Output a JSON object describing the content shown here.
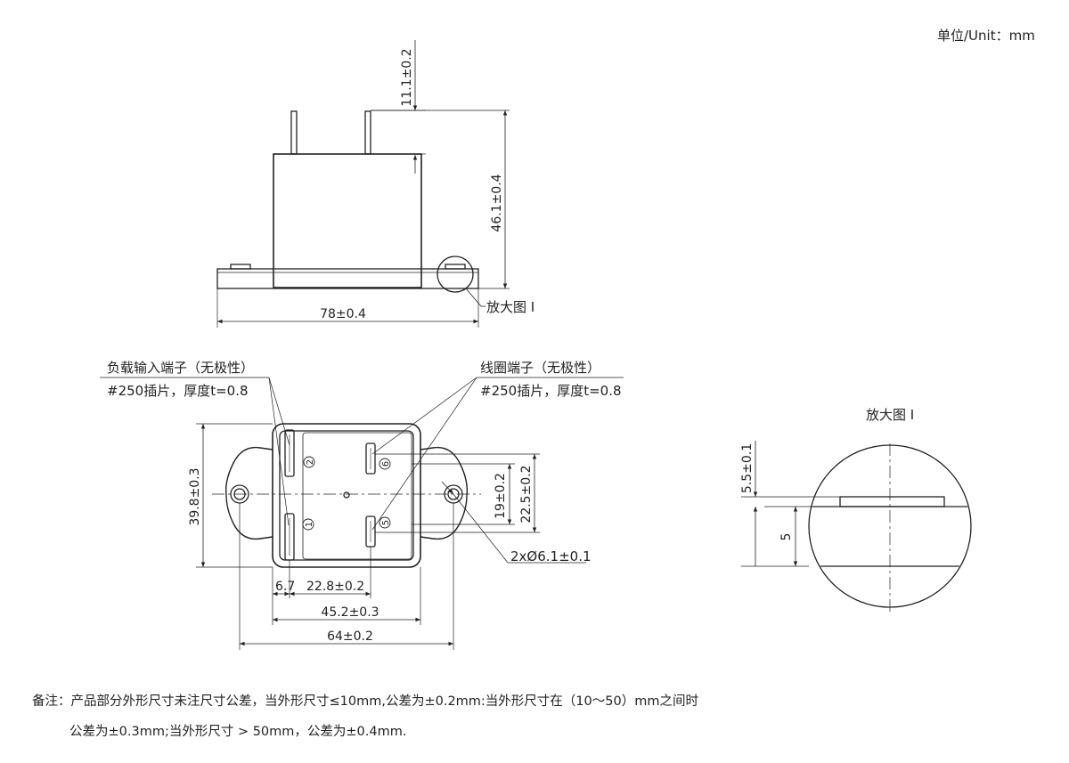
{
  "unit_label": "单位/Unit：mm",
  "side_view": {
    "dim_height_top": "11.1±0.2",
    "dim_height_total": "46.1±0.4",
    "dim_width": "78±0.4",
    "detail_callout": "放大图 Ⅰ"
  },
  "top_view": {
    "load_label_line1": "负载输入端子（无极性）",
    "load_label_line2": "#250插片，厚度t=0.8",
    "coil_label_line1": "线圈端子（无极性）",
    "coil_label_line2": "#250插片，厚度t=0.8",
    "dim_height": "39.8±0.3",
    "dim_19": "19±0.2",
    "dim_22_5": "22.5±0.2",
    "dim_hole": "2xØ6.1±0.1",
    "dim_6_7": "6.7",
    "dim_22_8": "22.8±0.2",
    "dim_45_2": "45.2±0.3",
    "dim_64": "64±0.2",
    "pin_numbers": [
      "1",
      "2",
      "5",
      "6"
    ]
  },
  "detail_view": {
    "title": "放大图 Ⅰ",
    "dim_5_5": "5.5±0.1",
    "dim_5": "5"
  },
  "notes": {
    "line1": "备注：产品部分外形尺寸未注尺寸公差，当外形尺寸≤10mm,公差为±0.2mm:当外形尺寸在（10～50）mm之间时",
    "line2": "公差为±0.3mm;当外形尺寸 > 50mm，公差为±0.4mm."
  }
}
